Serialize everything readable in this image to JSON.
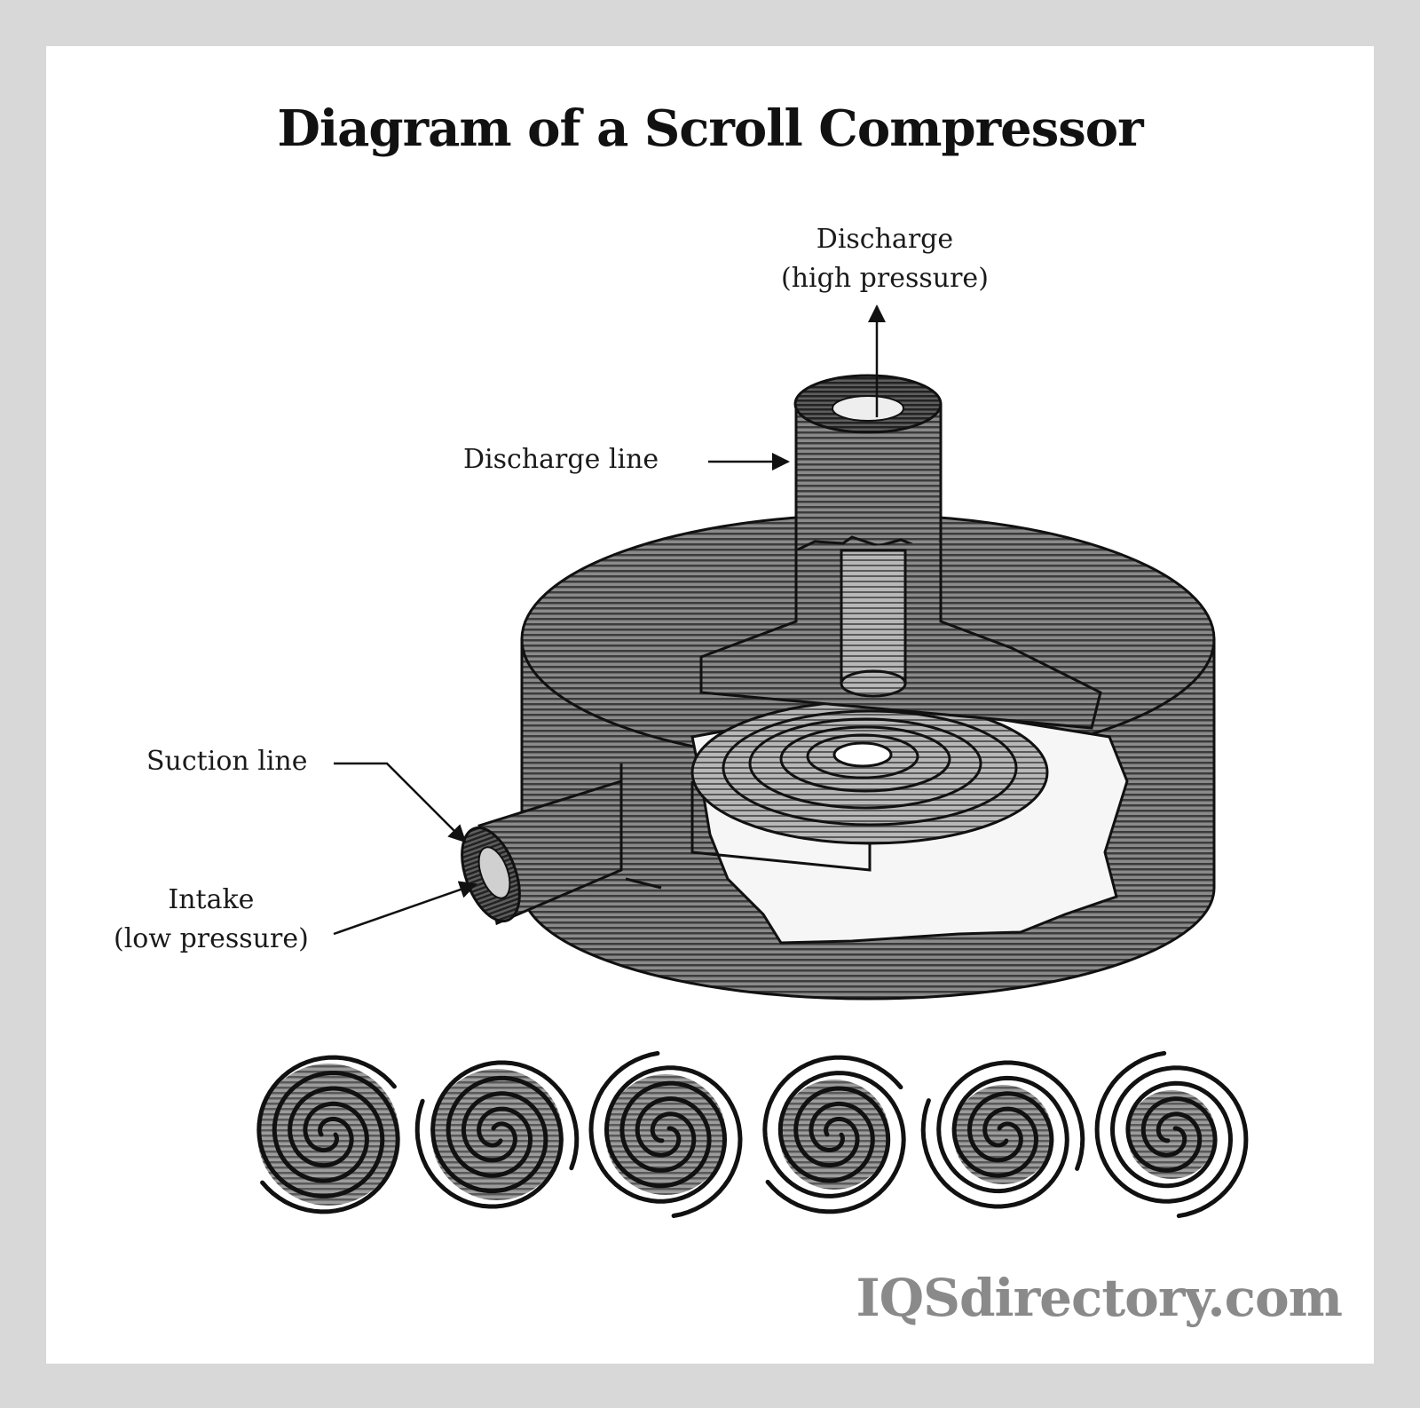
{
  "title": "Diagram of a Scroll Compressor",
  "labels": {
    "discharge": "Discharge",
    "discharge_sub": "(high pressure)",
    "discharge_line": "Discharge line",
    "suction_line": "Suction line",
    "intake": "Intake",
    "intake_sub": "(low pressure)"
  },
  "watermark": "IQSdirectory.com",
  "colors": {
    "background_border": "#d8d8d8",
    "canvas": "#ffffff",
    "ink": "#111111",
    "shade_dark": "#4a4a4a",
    "shade_mid": "#7a7a7a",
    "watermark": "#8a8a8a"
  },
  "spiral_sequence": {
    "count": 6
  }
}
